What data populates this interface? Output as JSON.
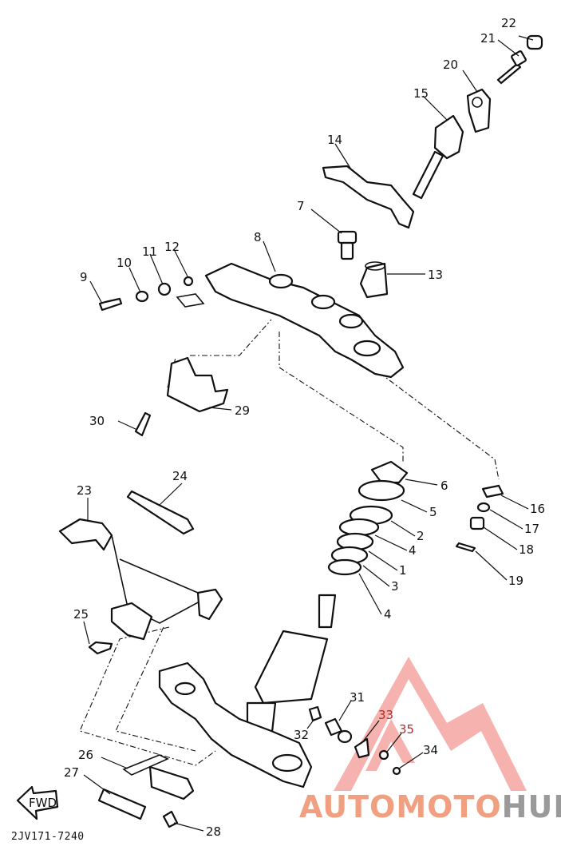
{
  "diagram_code": "2JV171-7240",
  "labels": [
    {
      "id": "p22",
      "text": "22"
    },
    {
      "id": "p21",
      "text": "21"
    },
    {
      "id": "p20",
      "text": "20"
    },
    {
      "id": "p15",
      "text": "15"
    },
    {
      "id": "p14",
      "text": "14"
    },
    {
      "id": "p7",
      "text": "7"
    },
    {
      "id": "p8",
      "text": "8"
    },
    {
      "id": "p13",
      "text": "13"
    },
    {
      "id": "p9",
      "text": "9"
    },
    {
      "id": "p10",
      "text": "10"
    },
    {
      "id": "p11",
      "text": "11"
    },
    {
      "id": "p12",
      "text": "12"
    },
    {
      "id": "p30",
      "text": "30"
    },
    {
      "id": "p29",
      "text": "29"
    },
    {
      "id": "p6",
      "text": "6"
    },
    {
      "id": "p5",
      "text": "5"
    },
    {
      "id": "p2",
      "text": "2"
    },
    {
      "id": "p4a",
      "text": "4"
    },
    {
      "id": "p1",
      "text": "1"
    },
    {
      "id": "p3",
      "text": "3"
    },
    {
      "id": "p4b",
      "text": "4"
    },
    {
      "id": "p16",
      "text": "16"
    },
    {
      "id": "p17",
      "text": "17"
    },
    {
      "id": "p18",
      "text": "18"
    },
    {
      "id": "p19",
      "text": "19"
    },
    {
      "id": "p24",
      "text": "24"
    },
    {
      "id": "p23",
      "text": "23"
    },
    {
      "id": "p25",
      "text": "25"
    },
    {
      "id": "p31",
      "text": "31"
    },
    {
      "id": "p32",
      "text": "32"
    },
    {
      "id": "p33",
      "text": "33"
    },
    {
      "id": "p35",
      "text": "35"
    },
    {
      "id": "p34",
      "text": "34"
    },
    {
      "id": "p26",
      "text": "26"
    },
    {
      "id": "p27",
      "text": "27"
    },
    {
      "id": "p28",
      "text": "28"
    }
  ],
  "fwd_label": "FWD",
  "watermark": {
    "part_a": "AUTOMOTO",
    "part_b": "HUB",
    "color_a": "#f0a080",
    "color_b": "#9a9a9a",
    "logo_color": "#f4a5a0"
  }
}
